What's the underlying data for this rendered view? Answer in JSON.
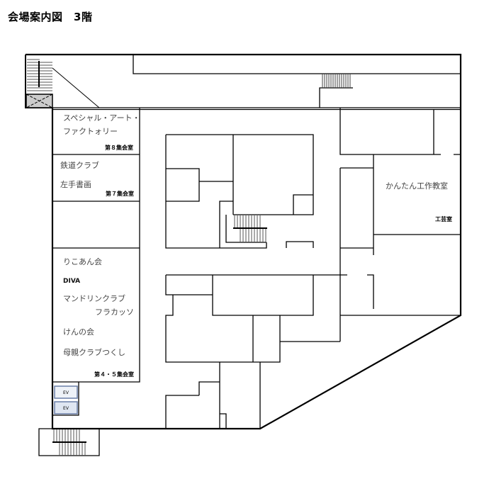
{
  "title": "会場案内図　3階",
  "rooms": {
    "room8": {
      "name": "第８集会室",
      "groups": [
        "スペシャル・アート・",
        "ファクトォリー"
      ]
    },
    "room7": {
      "name": "第７集会室",
      "groups": [
        "鉄道クラブ",
        "左手書画"
      ]
    },
    "room45": {
      "name": "第４・５集会室",
      "groups": [
        "りこあん会",
        "DIVA",
        "マンドリンクラブ",
        "フラカッソ",
        "けんの会",
        "母親クラブつくし"
      ]
    },
    "craft": {
      "name": "工芸室",
      "groups": [
        "かんたん工作教室"
      ]
    }
  },
  "elevators": [
    "EV",
    "EV"
  ],
  "colors": {
    "wall": "#000000",
    "label": "#444444",
    "ev_fill": "#dfe6f2",
    "ev_border": "#6a7fa8"
  }
}
